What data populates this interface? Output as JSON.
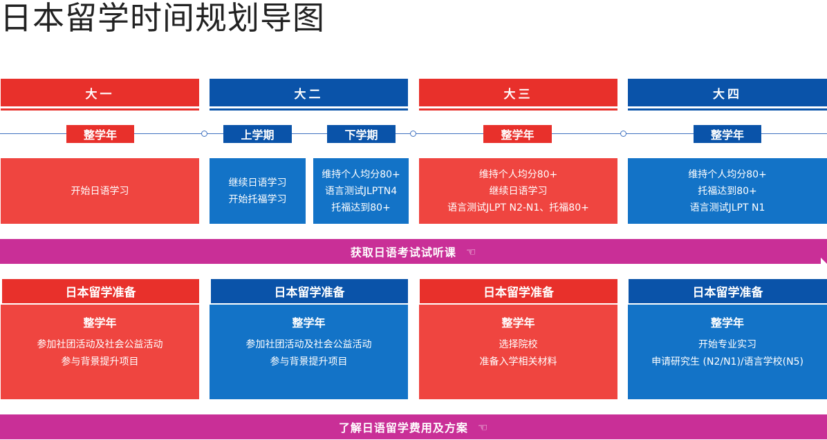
{
  "page": {
    "title": "日本留学时间规划导图"
  },
  "years": [
    {
      "label": "大一",
      "color": "#e8302b"
    },
    {
      "label": "大二",
      "color": "#0a53a9"
    },
    {
      "label": "大三",
      "color": "#e8302b"
    },
    {
      "label": "大四",
      "color": "#0a53a9"
    }
  ],
  "terms": [
    "整学年",
    "上学期",
    "下学期",
    "整学年",
    "整学年"
  ],
  "goals": [
    {
      "lines": [
        "开始日语学习"
      ]
    },
    {
      "lines": [
        "继续日语学习",
        "开始托福学习"
      ]
    },
    {
      "lines": [
        "维持个人均分80+",
        "语言测试JLPTN4",
        "托福达到80+"
      ]
    },
    {
      "lines": [
        "维持个人均分80+",
        "继续日语学习",
        "语言测试JLPT N2-N1、托福80+"
      ]
    },
    {
      "lines": [
        "维持个人均分80+",
        "托福达到80+",
        "语言测试JLPT N1"
      ]
    }
  ],
  "banners": {
    "trial": {
      "label": "获取日语考试试听课",
      "icon": "pointing-hand-icon"
    },
    "plan": {
      "label": "了解日语留学费用及方案",
      "icon": "pointing-hand-icon"
    }
  },
  "prep": [
    {
      "title": "日本留学准备",
      "subtitle": "整学年",
      "lines": [
        "参加社团活动及社会公益活动",
        "参与背景提升项目"
      ]
    },
    {
      "title": "日本留学准备",
      "subtitle": "整学年",
      "lines": [
        "参加社团活动及社会公益活动",
        "参与背景提升项目"
      ]
    },
    {
      "title": "日本留学准备",
      "subtitle": "整学年",
      "lines": [
        "选择院校",
        "准备入学相关材料"
      ]
    },
    {
      "title": "日本留学准备",
      "subtitle": "整学年",
      "lines": [
        "开始专业实习",
        "申请研究生 (N2/N1)/语言学校(N5)"
      ]
    }
  ],
  "colors": {
    "red": "#e8302b",
    "blue": "#0a53a9",
    "magenta": "#c92f97"
  }
}
